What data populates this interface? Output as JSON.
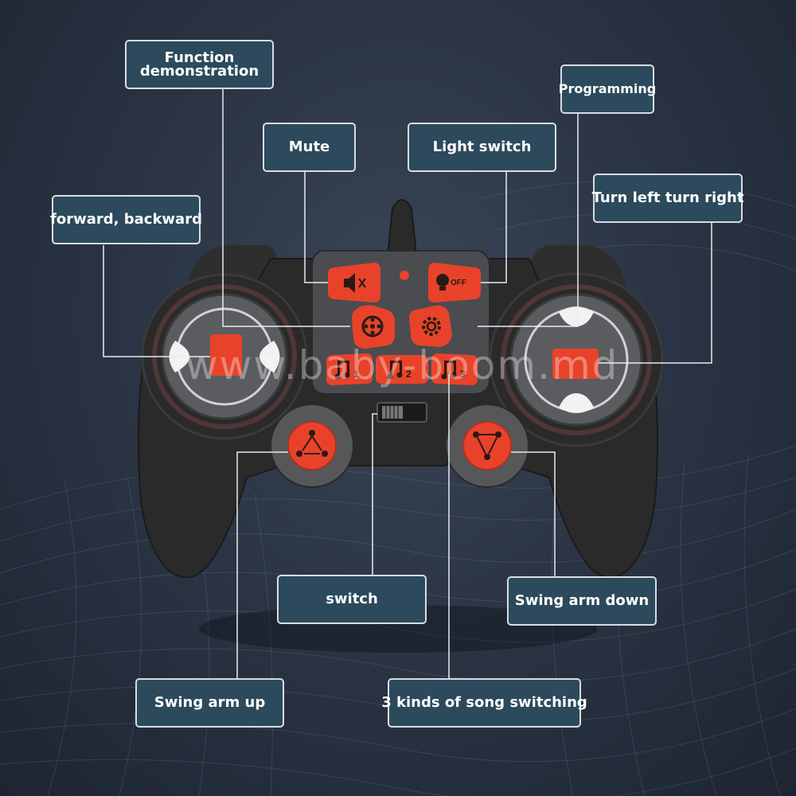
{
  "labels": {
    "function_demo_line1": "Function",
    "function_demo_line2": "demonstration",
    "programming": "Programming",
    "mute": "Mute",
    "light_switch": "Light switch",
    "forward_backward": "forward, backward",
    "turn_left_right": "Turn left turn right",
    "switch": "switch",
    "swing_arm_down": "Swing arm down",
    "swing_arm_up": "Swing arm up",
    "song_switching": "3 kinds of song switching"
  },
  "buttons": {
    "light_off_text": "OFF",
    "song_1": "1",
    "song_2": "2",
    "song_3": "3"
  },
  "watermark": "www.baby-boom.md",
  "colors": {
    "accent_red": "#e8432a",
    "label_bg": "#2c4a5c",
    "controller_body": "#2a2a2a"
  }
}
